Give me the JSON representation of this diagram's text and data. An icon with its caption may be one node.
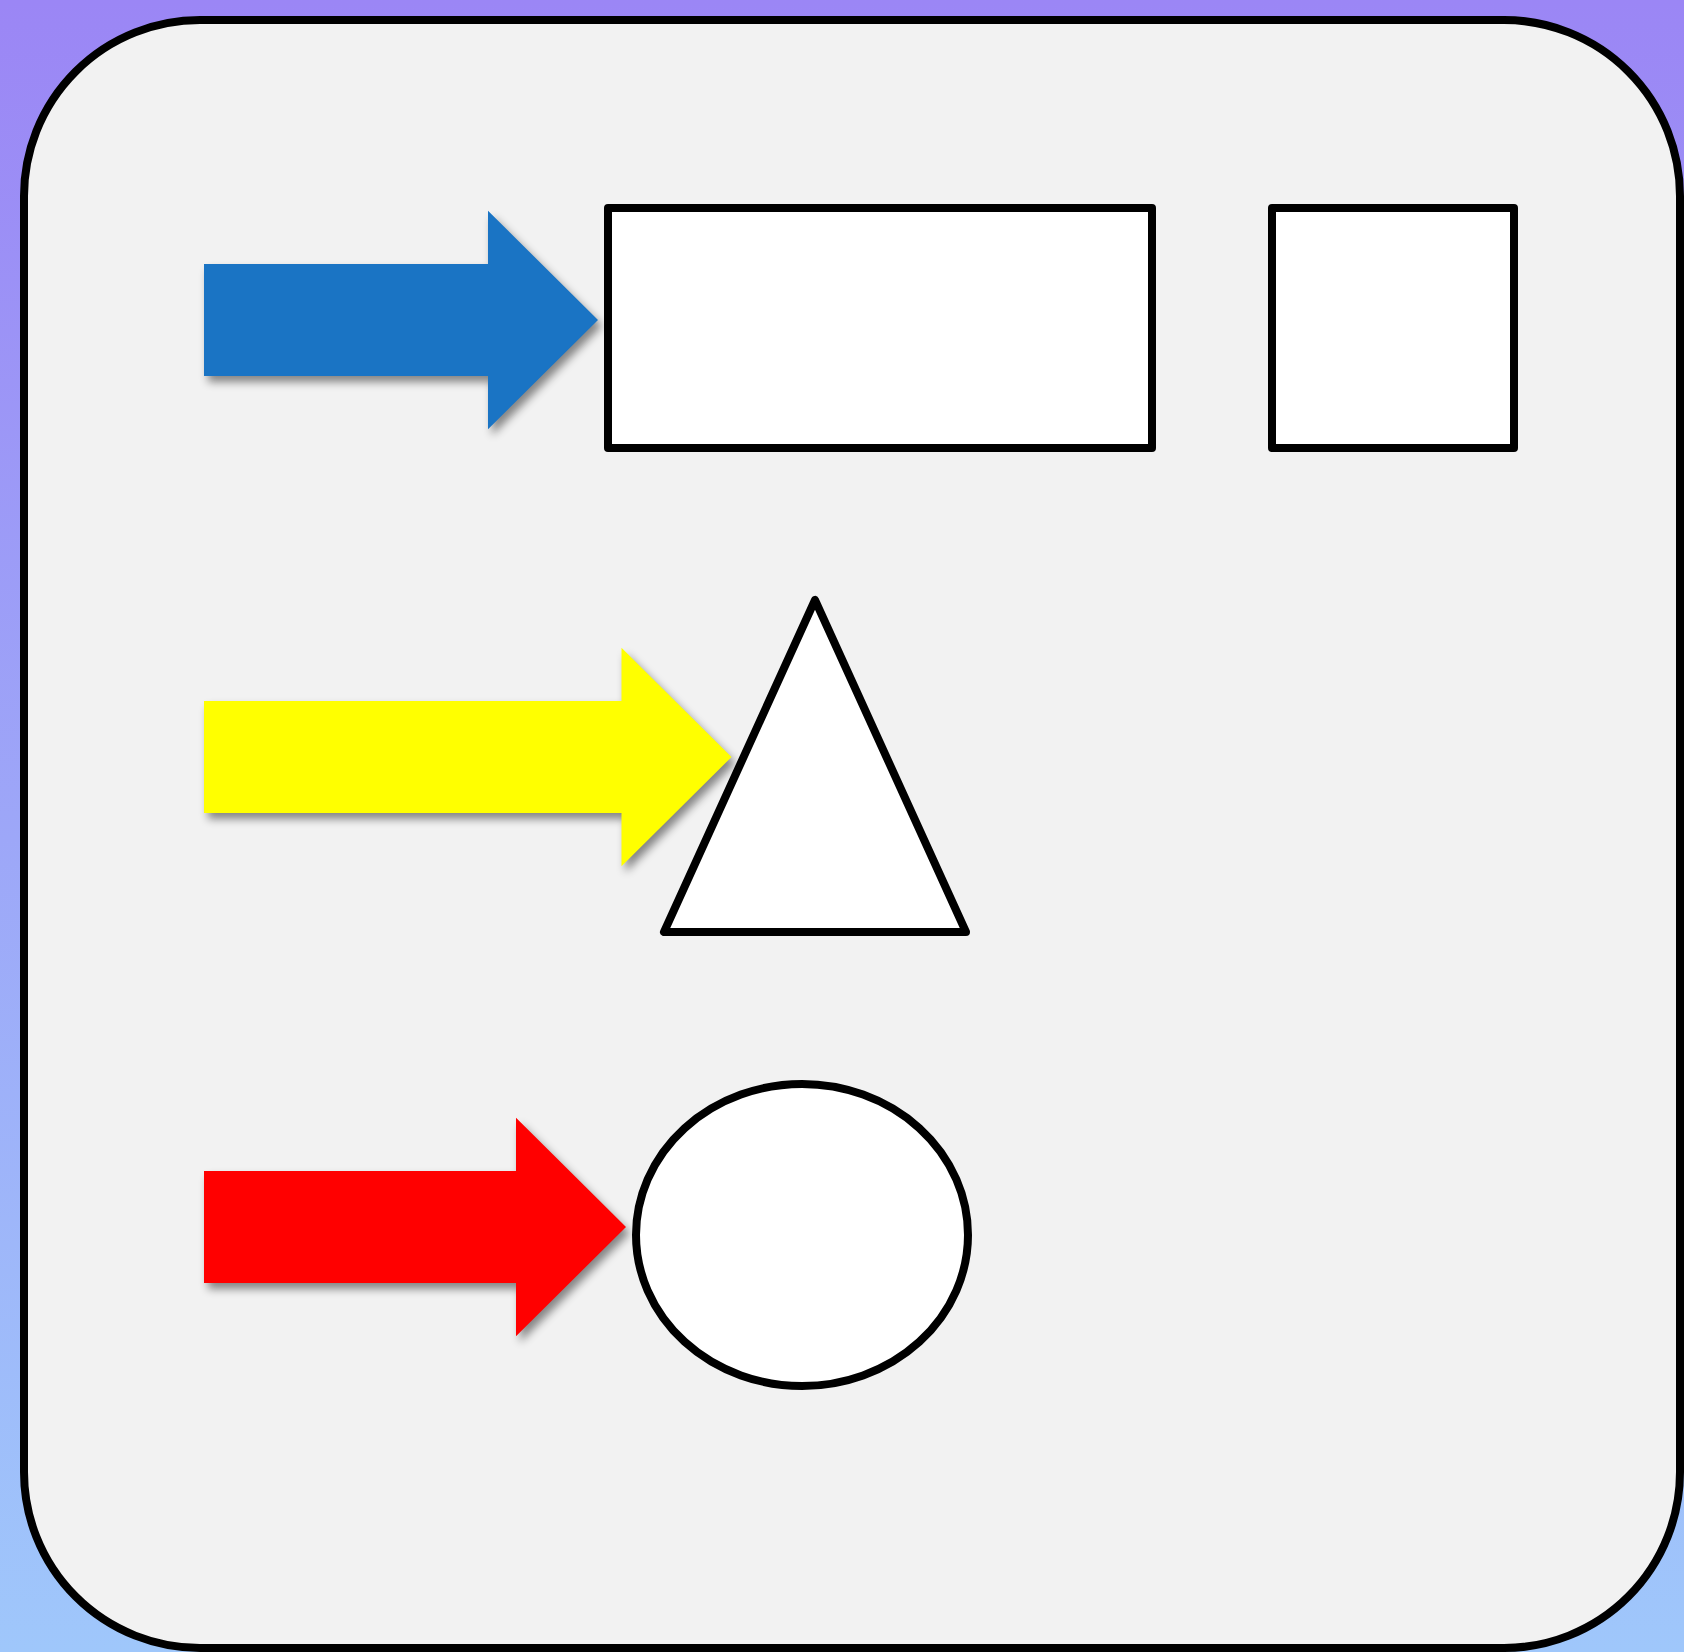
{
  "diagram": {
    "nodes": [
      {
        "text": [],
        "shape": "box"
      },
      {
        "text": [],
        "shape": "box",
        "in": 0
      },
      {
        "text": [],
        "shape": "box",
        "in": 0
      },
      {
        "text": [],
        "shape": "triangle",
        "in": 0
      },
      {
        "text": [],
        "shape": "circle",
        "in": 0
      }
    ],
    "edges": [
      {
        "from": null,
        "to": 1,
        "arrow": "to",
        "style": "thick",
        "color": "#1a74c4"
      },
      {
        "from": null,
        "to": 3,
        "arrow": "to",
        "style": "thick",
        "color": "#ffff00"
      },
      {
        "from": null,
        "to": 4,
        "arrow": "to",
        "style": "thick",
        "color": "#ff0000"
      }
    ]
  }
}
